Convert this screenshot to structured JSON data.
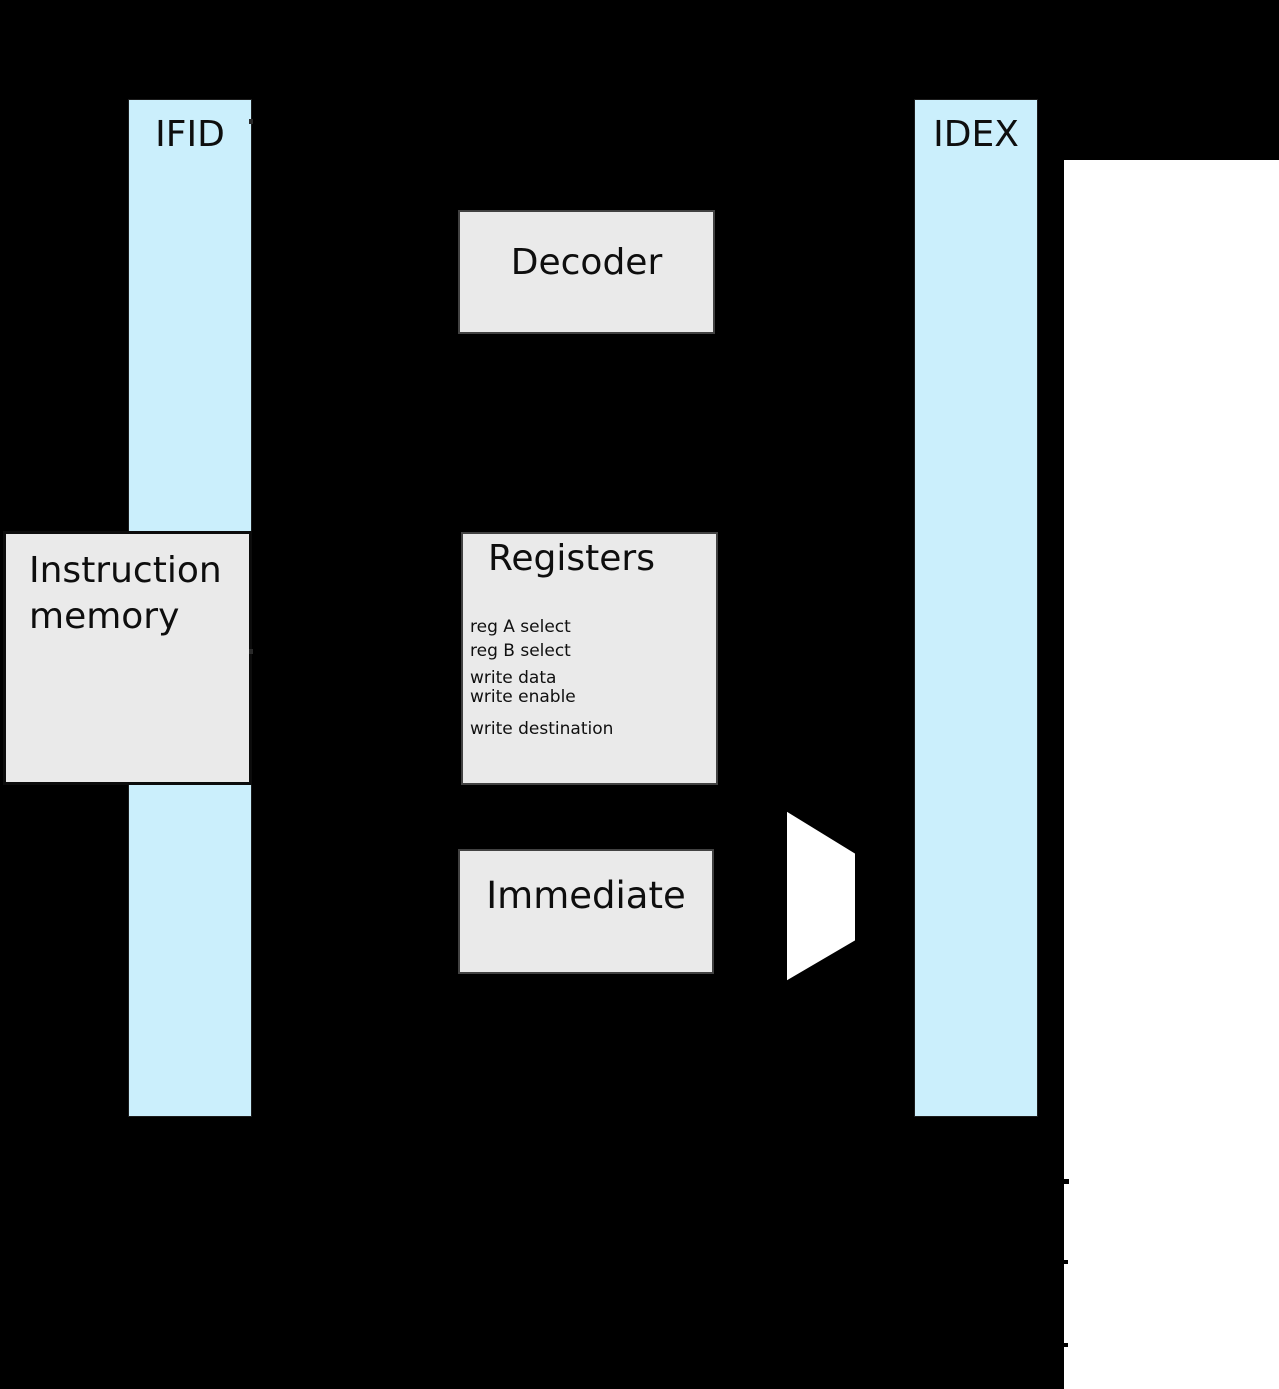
{
  "diagram": {
    "type": "cpu-pipeline-block-diagram",
    "pipeline_registers": [
      {
        "label": "IFID"
      },
      {
        "label": "IDEX"
      }
    ],
    "blocks": {
      "decoder": {
        "label": "Decoder"
      },
      "instruction_memory": {
        "label": "Instruction memory"
      },
      "registers": {
        "title": "Registers",
        "ports": [
          "reg A select",
          "reg B select",
          "write data",
          "write enable",
          "write destination"
        ]
      },
      "immediate": {
        "label": "Immediate"
      }
    },
    "mux": {
      "name": "mux"
    },
    "colors": {
      "background": "#000000",
      "pipeline_register_fill": "#cbeffc",
      "block_fill": "#eaeaea",
      "block_border": "#424242",
      "next_stage_panel_fill": "#ffffff",
      "text": "#0e0e0e"
    }
  }
}
